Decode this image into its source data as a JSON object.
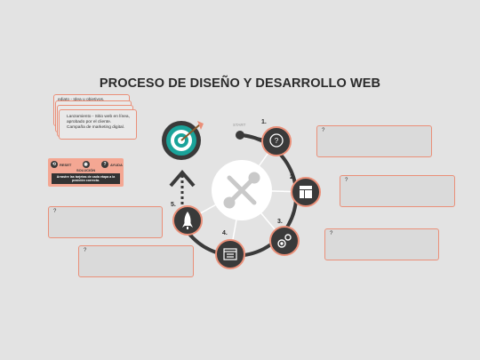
{
  "title": "PROCESO DE DISEÑO Y DESARROLLO WEB",
  "start_label": "START",
  "steps": [
    {
      "number": "1.",
      "icon": "question-bubble-icon"
    },
    {
      "number": "2.",
      "icon": "layout-icon"
    },
    {
      "number": "3.",
      "icon": "gears-icon"
    },
    {
      "number": "4.",
      "icon": "checklist-window-icon"
    },
    {
      "number": "5.",
      "icon": "rocket-icon"
    }
  ],
  "center_icon": "tools-icon",
  "goal_icon": "target-arrow-icon",
  "stack_cards": {
    "back_text": "ediato - Idea u objetivos.",
    "front_title": "Lanzamiento",
    "front_lines": [
      "Lanzamiento - Sitio web en línea,",
      "aprobado por el cliente.",
      "Campaña de marketing digital."
    ]
  },
  "controls": {
    "reset_label": "RESET",
    "solution_label": "SOLUCIÓN",
    "help_label": "AYUDA",
    "instruction": "Arrastre las tarjetas de cada etapa a la posición correcta."
  },
  "answer_boxes": [
    {
      "label": "?"
    },
    {
      "label": "?"
    },
    {
      "label": "?"
    },
    {
      "label": "?"
    },
    {
      "label": "?"
    }
  ],
  "colors": {
    "accent": "#ea8f78",
    "dark": "#3a3a3a",
    "teal": "#1aa39a",
    "background": "#e3e3e3"
  }
}
